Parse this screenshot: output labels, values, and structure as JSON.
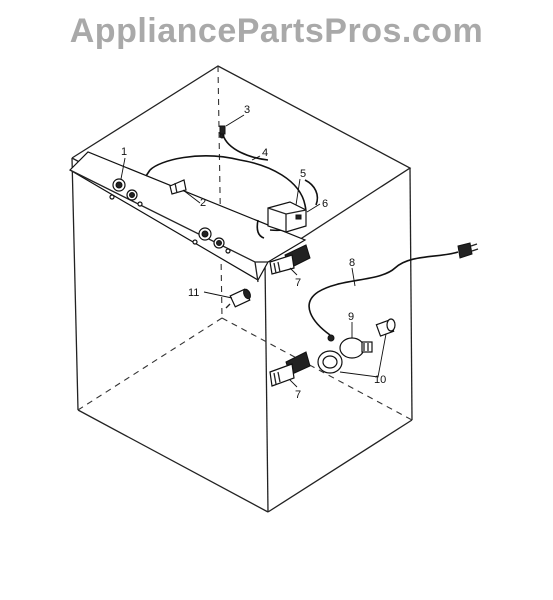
{
  "watermark": "AppliancePartsPros.com",
  "callouts": [
    {
      "id": "1",
      "text": "1"
    },
    {
      "id": "2",
      "text": "2"
    },
    {
      "id": "3",
      "text": "3"
    },
    {
      "id": "4",
      "text": "4"
    },
    {
      "id": "5",
      "text": "5"
    },
    {
      "id": "6",
      "text": "6"
    },
    {
      "id": "7a",
      "text": "7"
    },
    {
      "id": "7b",
      "text": "7"
    },
    {
      "id": "8",
      "text": "8"
    },
    {
      "id": "9",
      "text": "9"
    },
    {
      "id": "10",
      "text": "10"
    },
    {
      "id": "11",
      "text": "11"
    }
  ]
}
